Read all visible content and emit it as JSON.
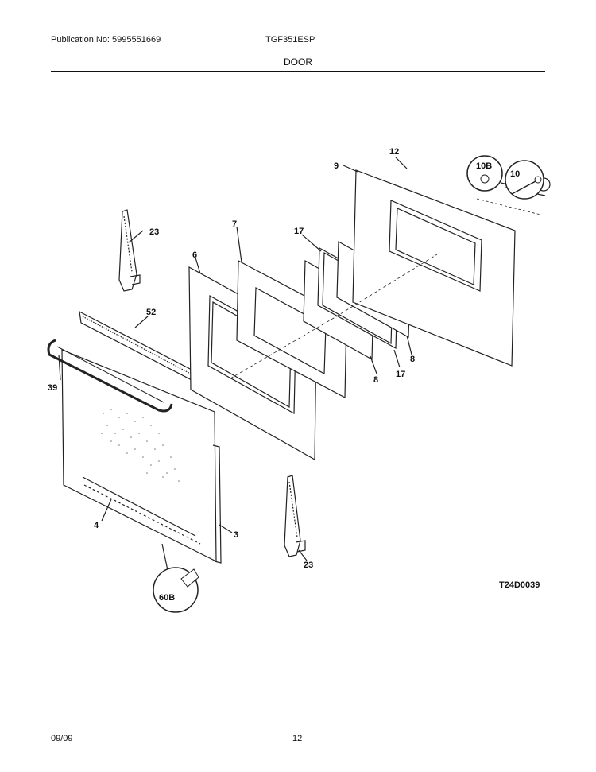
{
  "header": {
    "publication": "Publication No: 5995551669",
    "model": "TGF351ESP",
    "section": "DOOR"
  },
  "footer": {
    "date": "09/09",
    "page": "12"
  },
  "diagram": {
    "code": "T24D0039",
    "callouts": {
      "c23a": "23",
      "c23b": "23",
      "c52": "52",
      "c39": "39",
      "c4": "4",
      "c3": "3",
      "c60b": "60B",
      "c6": "6",
      "c7": "7",
      "c17a": "17",
      "c17b": "17",
      "c8a": "8",
      "c8b": "8",
      "c9": "9",
      "c12": "12",
      "c10b": "10B",
      "c10": "10"
    }
  }
}
